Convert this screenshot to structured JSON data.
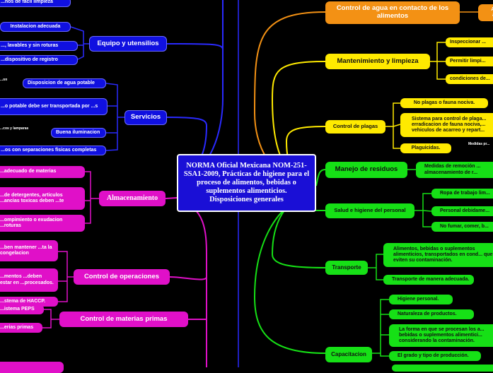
{
  "center": {
    "title": "NORMA Oficial Mexicana NOM-251-SSA1-2009, Prácticas de higiene para el proceso de alimentos, bebidas o suplementos alimenticios.\nDisposiciones generales"
  },
  "left": {
    "equipo": {
      "label": "Equipo y utensilios",
      "items": [
        "...nos de facil limpieza",
        "Instalacion adecuada",
        "..., lavables y sin roturas",
        "...dispositivo de registro"
      ]
    },
    "servicios": {
      "label": "Servicios",
      "items": [
        "Disposicion de agua potable",
        "...o potable debe ser transportada por ...s",
        "Buena iluminacion",
        "...os con separaciones fisicas completas"
      ],
      "notes": [
        "...on",
        "...cos y lamparas"
      ]
    },
    "almacenamiento": {
      "label": "Almacenamiento",
      "items": [
        "...adecuado de materias",
        "...de detergentes, articulos ...ancias toxicas deben ...te",
        "...ompimiento o exudacion ...roturas"
      ]
    },
    "operaciones": {
      "label": "Control de operaciones",
      "items": [
        "...ben mantener ...ta la congelacion",
        "...mentos ...deben estar en ...procesados.",
        "...stema de HACCP."
      ]
    },
    "materias": {
      "label": "Control de materias primas",
      "items": [
        "...istema PEPS",
        "...erias primas"
      ]
    }
  },
  "right": {
    "agua": {
      "label": "Control de agua en contacto de los alimentos",
      "items": [
        "Ag... al..."
      ]
    },
    "mantenimiento": {
      "label": "Mantenimiento y limpieza",
      "items": [
        "Inspeccionar ...",
        "Permitir limpi...",
        "condiciones de..."
      ]
    },
    "plagas": {
      "label": "Control de plagas",
      "items": [
        "No plagas o fauna nociva.",
        "Sistema para control de plaga... erradicacion de fauna nociva,... vehiculos de acarreo y repart...",
        "Plaguicidas."
      ],
      "note": "Medidas pr..."
    },
    "residuos": {
      "label": "Manejo de residuos",
      "items": [
        "Medidas de remoción ... almacenamiento de r..."
      ]
    },
    "salud": {
      "label": "Salud e higiene del personal",
      "items": [
        "Ropa de trabajo lim...",
        "Personal debidame...",
        "No fumar, comer, b..."
      ]
    },
    "transporte": {
      "label": "Transporte",
      "items": [
        "Alimentos, bebidas o suplementos alimenticios, transportados en cond... que eviten su contaminación.",
        "Transporte de manera adecuada."
      ]
    },
    "capacitacion": {
      "label": "Capacitacion",
      "items": [
        "Higiene personal.",
        "Naturaleza de productos.",
        "La forma en que se procesan los a... bebidas o suplementos alimentici... considerando la contaminación.",
        "El grado y tipo de producción."
      ]
    }
  },
  "colors": {
    "background": "#000000",
    "blue": "#1010e0",
    "magenta": "#e010c8",
    "orange": "#f39114",
    "yellow": "#ffea00",
    "green": "#16e016",
    "center": "#1a0fd6"
  }
}
